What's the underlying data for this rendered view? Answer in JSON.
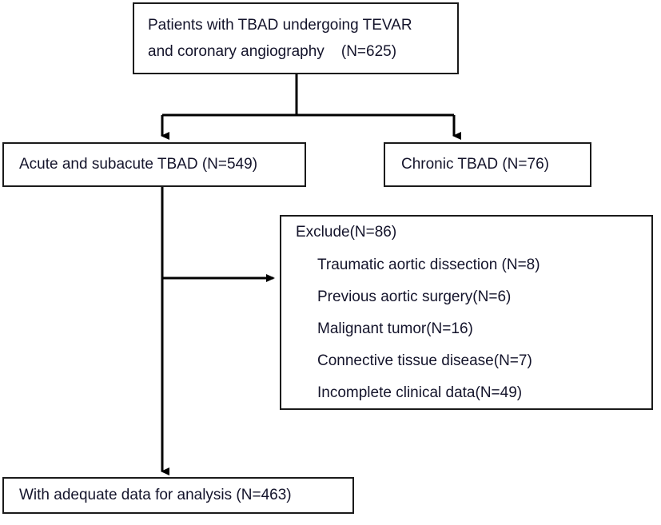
{
  "chart_data": {
    "type": "diagram",
    "title": "Patient selection flow diagram (CONSORT-style)",
    "nodes": [
      {
        "id": "enrolled",
        "lines": [
          "Patients with TBAD undergoing TEVAR",
          "and coronary angiography    (N=625)"
        ],
        "n": 625
      },
      {
        "id": "acute",
        "lines": [
          "Acute and subacute TBAD (N=549)"
        ],
        "n": 549
      },
      {
        "id": "chronic",
        "lines": [
          "Chronic TBAD (N=76)"
        ],
        "n": 76
      },
      {
        "id": "exclude",
        "heading": "Exclude(N=86)",
        "n": 86,
        "items": [
          "Traumatic aortic dissection (N=8)",
          "Previous aortic surgery(N=6)",
          "Malignant tumor(N=16)",
          "Connective tissue disease(N=7)",
          "Incomplete clinical data(N=49)"
        ]
      },
      {
        "id": "final",
        "lines": [
          "With adequate data for analysis (N=463)"
        ],
        "n": 463
      }
    ],
    "edges": [
      {
        "from": "enrolled",
        "to": "acute",
        "style": "elbow-split-arrow"
      },
      {
        "from": "enrolled",
        "to": "chronic",
        "style": "elbow-split-arrow"
      },
      {
        "from": "acute",
        "to": "exclude",
        "style": "branch-right-arrow"
      },
      {
        "from": "acute",
        "to": "final",
        "style": "straight-down-arrow"
      }
    ],
    "colors": {
      "box_border": "#1a1a1a",
      "box_fill": "#ffffff",
      "text": "#14142b",
      "connector": "#000000",
      "background": "#ffffff"
    }
  },
  "nodes": {
    "enrolled": {
      "line1": "Patients with TBAD undergoing TEVAR",
      "line2": "and coronary angiography    (N=625)"
    },
    "acute": {
      "label": "Acute and subacute TBAD (N=549)"
    },
    "chronic": {
      "label": "Chronic TBAD (N=76)"
    },
    "exclude": {
      "heading": "Exclude(N=86)",
      "items": [
        "Traumatic aortic dissection (N=8)",
        "Previous aortic surgery(N=6)",
        "Malignant tumor(N=16)",
        "Connective tissue disease(N=7)",
        "Incomplete clinical data(N=49)"
      ]
    },
    "final": {
      "label": "With adequate data for analysis (N=463)"
    }
  }
}
